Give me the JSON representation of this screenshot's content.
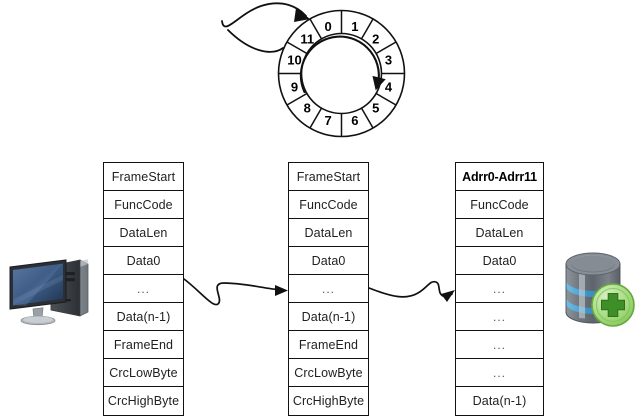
{
  "diagram": {
    "title": "Ring buffer frame storage diagram",
    "background_color": "#ffffff",
    "line_color": "#111111"
  },
  "ring_buffer": {
    "name": "circular-ring-buffer",
    "segment_count": 12,
    "segments": [
      "0",
      "1",
      "2",
      "3",
      "4",
      "5",
      "6",
      "7",
      "8",
      "9",
      "10",
      "11"
    ],
    "inner_arrow_direction": "clockwise",
    "incoming_arrow": "write-pointer-arrow"
  },
  "tables": [
    {
      "name": "frame-table-1",
      "rows": [
        "FrameStart",
        "FuncCode",
        "DataLen",
        "Data0",
        "...",
        "Data(n-1)",
        "FrameEnd",
        "CrcLowByte",
        "CrcHighByte"
      ],
      "header_bold": false
    },
    {
      "name": "frame-table-2",
      "rows": [
        "FrameStart",
        "FuncCode",
        "DataLen",
        "Data0",
        "...",
        "Data(n-1)",
        "FrameEnd",
        "CrcLowByte",
        "CrcHighByte"
      ],
      "header_bold": false
    },
    {
      "name": "frame-table-3",
      "rows": [
        "Adrr0-Adrr11",
        "FuncCode",
        "DataLen",
        "Data0",
        "...",
        "...",
        "...",
        "...",
        "Data(n-1)"
      ],
      "header_bold": true
    }
  ],
  "icons": {
    "computer": "desktop-computer-icon",
    "database": "database-add-icon",
    "database_badge": "green-plus-badge"
  },
  "connectors": [
    {
      "name": "connector-arrow-1",
      "from": "frame-table-1",
      "to": "frame-table-2",
      "style": "looped-curve"
    },
    {
      "name": "connector-arrow-2",
      "from": "frame-table-2",
      "to": "frame-table-3",
      "style": "wavy-curve"
    }
  ],
  "colors": {
    "stroke": "#111111",
    "text": "#1f1f1f",
    "monitor_screen": "#2e4a73",
    "tower_body": "#9aa0a6",
    "db_body": "#7d848c",
    "db_band": "#4fa3d1",
    "badge_green": "#4aa32e"
  }
}
